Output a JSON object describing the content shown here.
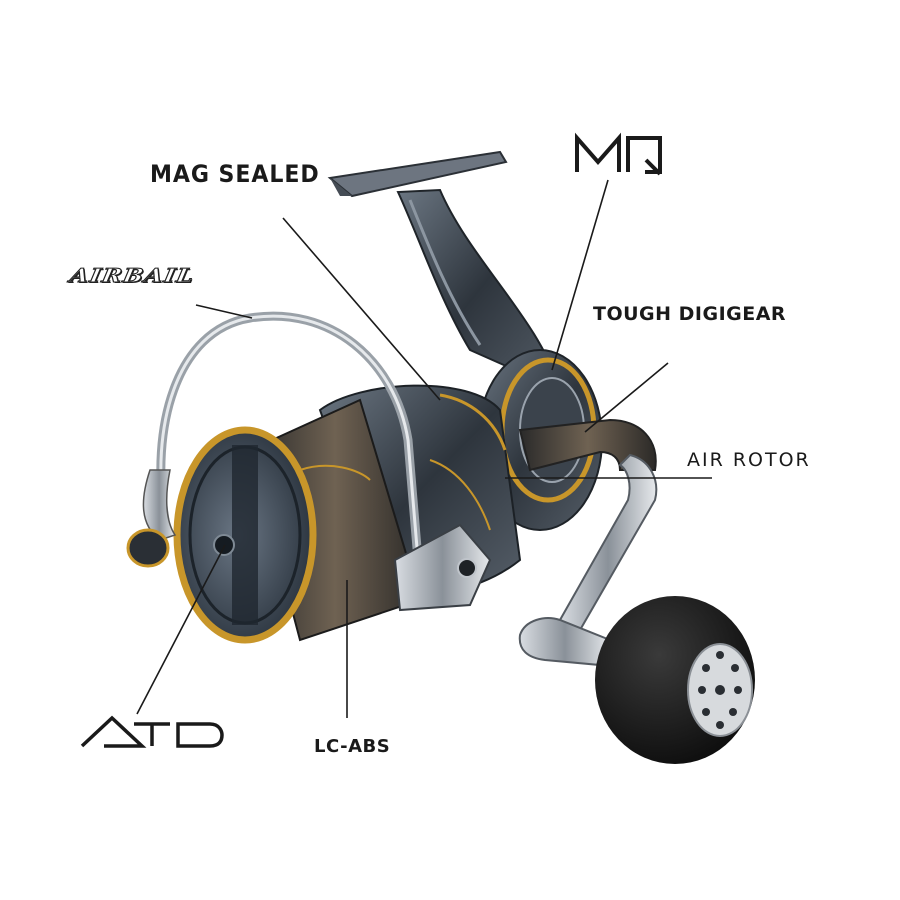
{
  "labels": {
    "mag_sealed": "MAG SEALED",
    "mq": "MQ",
    "airbail": "AIRBAIL",
    "tough_digigear": "TOUGH DIGIGEAR",
    "air_rotor": "AIR ROTOR",
    "atd": "ATD",
    "lc_abs": "LC-ABS"
  },
  "colors": {
    "label_text": "#1a1a1a",
    "leader_line": "#1a1a1a",
    "gold_accent": "#c8962a",
    "reel_body": "#3d4650",
    "knob": "#151515"
  }
}
